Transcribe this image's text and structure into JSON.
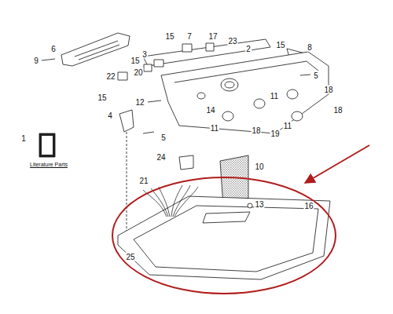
{
  "diagram": {
    "labels": [
      "15",
      "7",
      "17",
      "23",
      "2",
      "15",
      "6",
      "9",
      "3",
      "15",
      "8",
      "20",
      "22",
      "5",
      "18",
      "11",
      "15",
      "12",
      "4",
      "14",
      "18",
      "11",
      "11",
      "18",
      "19",
      "5",
      "1",
      "Literature Parts",
      "24",
      "10",
      "21",
      "13",
      "16",
      "25"
    ]
  }
}
